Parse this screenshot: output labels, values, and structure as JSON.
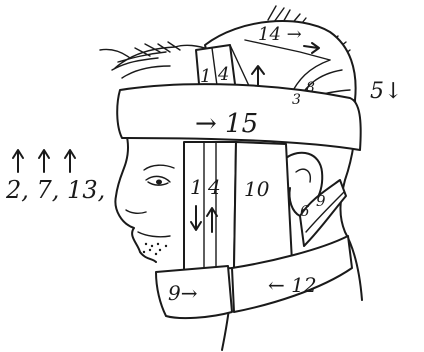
{
  "figure": {
    "labels": {
      "band_15": "→ 15",
      "crown_14": "14 →",
      "crown_3": "3",
      "crown_8": "8",
      "strip_1_top": "1",
      "strip_4_top": "4",
      "side_5": "5↓",
      "left_numbers": "2, 7, 13,",
      "strip_1_mid": "1",
      "strip_4_mid": "4",
      "cheek_10": "10",
      "neck_6": "6",
      "neck_9": "9",
      "jaw_12": "← 12",
      "chin_9": "9→"
    }
  }
}
